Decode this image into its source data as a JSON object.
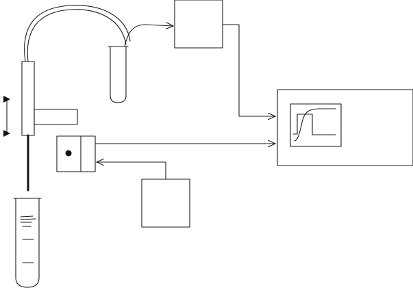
{
  "diagram": {
    "components": [
      {
        "id": "tube-top",
        "shape": "test-tube"
      },
      {
        "id": "box-top",
        "shape": "rectangle"
      },
      {
        "id": "column",
        "shape": "vertical-rectangle"
      },
      {
        "id": "side-arm",
        "shape": "horizontal-rectangle"
      },
      {
        "id": "motion-arrow",
        "shape": "double-arrow-vertical"
      },
      {
        "id": "detector-box",
        "shape": "split-rectangle-with-dot"
      },
      {
        "id": "box-bottom",
        "shape": "rectangle"
      },
      {
        "id": "recorder",
        "shape": "rectangle-with-screen"
      },
      {
        "id": "tube-bottom",
        "shape": "graduated-test-tube"
      }
    ],
    "connections": [
      {
        "from": "column",
        "to": "tube-top",
        "style": "curved-tubing"
      },
      {
        "from": "tube-top",
        "to": "box-top",
        "style": "arrow"
      },
      {
        "from": "box-top",
        "to": "recorder",
        "style": "elbow-arrow"
      },
      {
        "from": "detector-box",
        "to": "recorder",
        "style": "arrow"
      },
      {
        "from": "box-bottom",
        "to": "detector-box",
        "style": "elbow-arrow"
      },
      {
        "from": "column",
        "to": "tube-bottom",
        "style": "thick-rod"
      }
    ],
    "screen_plot": {
      "curves": [
        "step-pulse",
        "rising-sigmoid"
      ]
    },
    "colors": {
      "stroke": "#1a1a1a",
      "background": "#ffffff"
    }
  }
}
